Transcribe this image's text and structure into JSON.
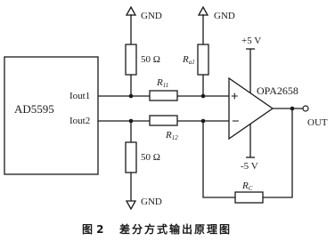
{
  "diagram": {
    "dac_label": "AD5595",
    "iout1_label": "Iout1",
    "iout2_label": "Iout2",
    "gnd_top_left": "GND",
    "gnd_top_right": "GND",
    "gnd_bottom": "GND",
    "res_top_value": "50 Ω",
    "res_bottom_value": "50 Ω",
    "ra1_label": "R",
    "ra1_sub": "a1",
    "r11_label": "R",
    "r11_sub": "11",
    "r12_label": "R",
    "r12_sub": "12",
    "rc_label": "R",
    "rc_sub": "C",
    "vplus_label": "+5 V",
    "vminus_label": "-5 V",
    "opamp_label": "OPA2658",
    "plus_sign": "+",
    "minus_sign": "−",
    "out_label": "OUT"
  },
  "caption": {
    "figure_no": "图 2",
    "title": "差分方式输出原理图"
  }
}
